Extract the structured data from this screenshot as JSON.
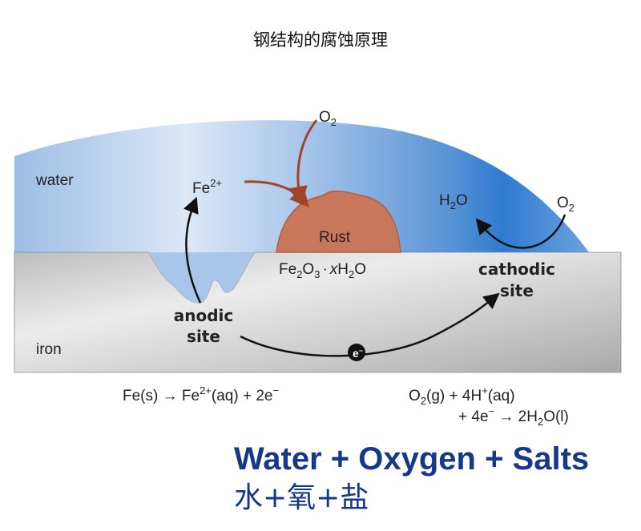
{
  "title": "钢结构的腐蚀原理",
  "labels": {
    "water": "water",
    "iron": "iron",
    "rust": "Rust",
    "anodic": "anodic",
    "anodic_site": "site",
    "cathodic": "cathodic",
    "cathodic_site": "site",
    "electron": "e",
    "electron_sup": "−"
  },
  "species": {
    "fe2": {
      "base": "Fe",
      "sup": "2+"
    },
    "o2_top": {
      "base": "O",
      "sub": "2"
    },
    "o2_right": {
      "base": "O",
      "sub": "2"
    },
    "h2o": {
      "base1": "H",
      "sub": "2",
      "base2": "O"
    },
    "rust_formula": {
      "p1": "Fe",
      "s1": "2",
      "p2": "O",
      "s2": "3",
      "p3": "·",
      "p4": "x",
      "p5": "H",
      "s3": "2",
      "p6": "O"
    }
  },
  "equations": {
    "anode": {
      "p1": "Fe(s) → Fe",
      "sup1": "2+",
      "p2": "(aq) + 2e",
      "sup2": "−"
    },
    "cathode_line1": {
      "p1": "O",
      "sub1": "2",
      "p2": "(g) + 4H",
      "sup1": "+",
      "p3": "(aq)"
    },
    "cathode_line2": {
      "p1": "+ 4e",
      "sup1": "−",
      "p2": " →  2H",
      "sub1": "2",
      "p3": "O(l)"
    }
  },
  "summary": {
    "english": "Water + Oxygen + Salts",
    "chinese": "水+氧+盐"
  },
  "colors": {
    "summary": "#16388a",
    "rust_arrow": "#a0442a",
    "water": "#8fb5e0",
    "iron": "#c8c8c8"
  }
}
